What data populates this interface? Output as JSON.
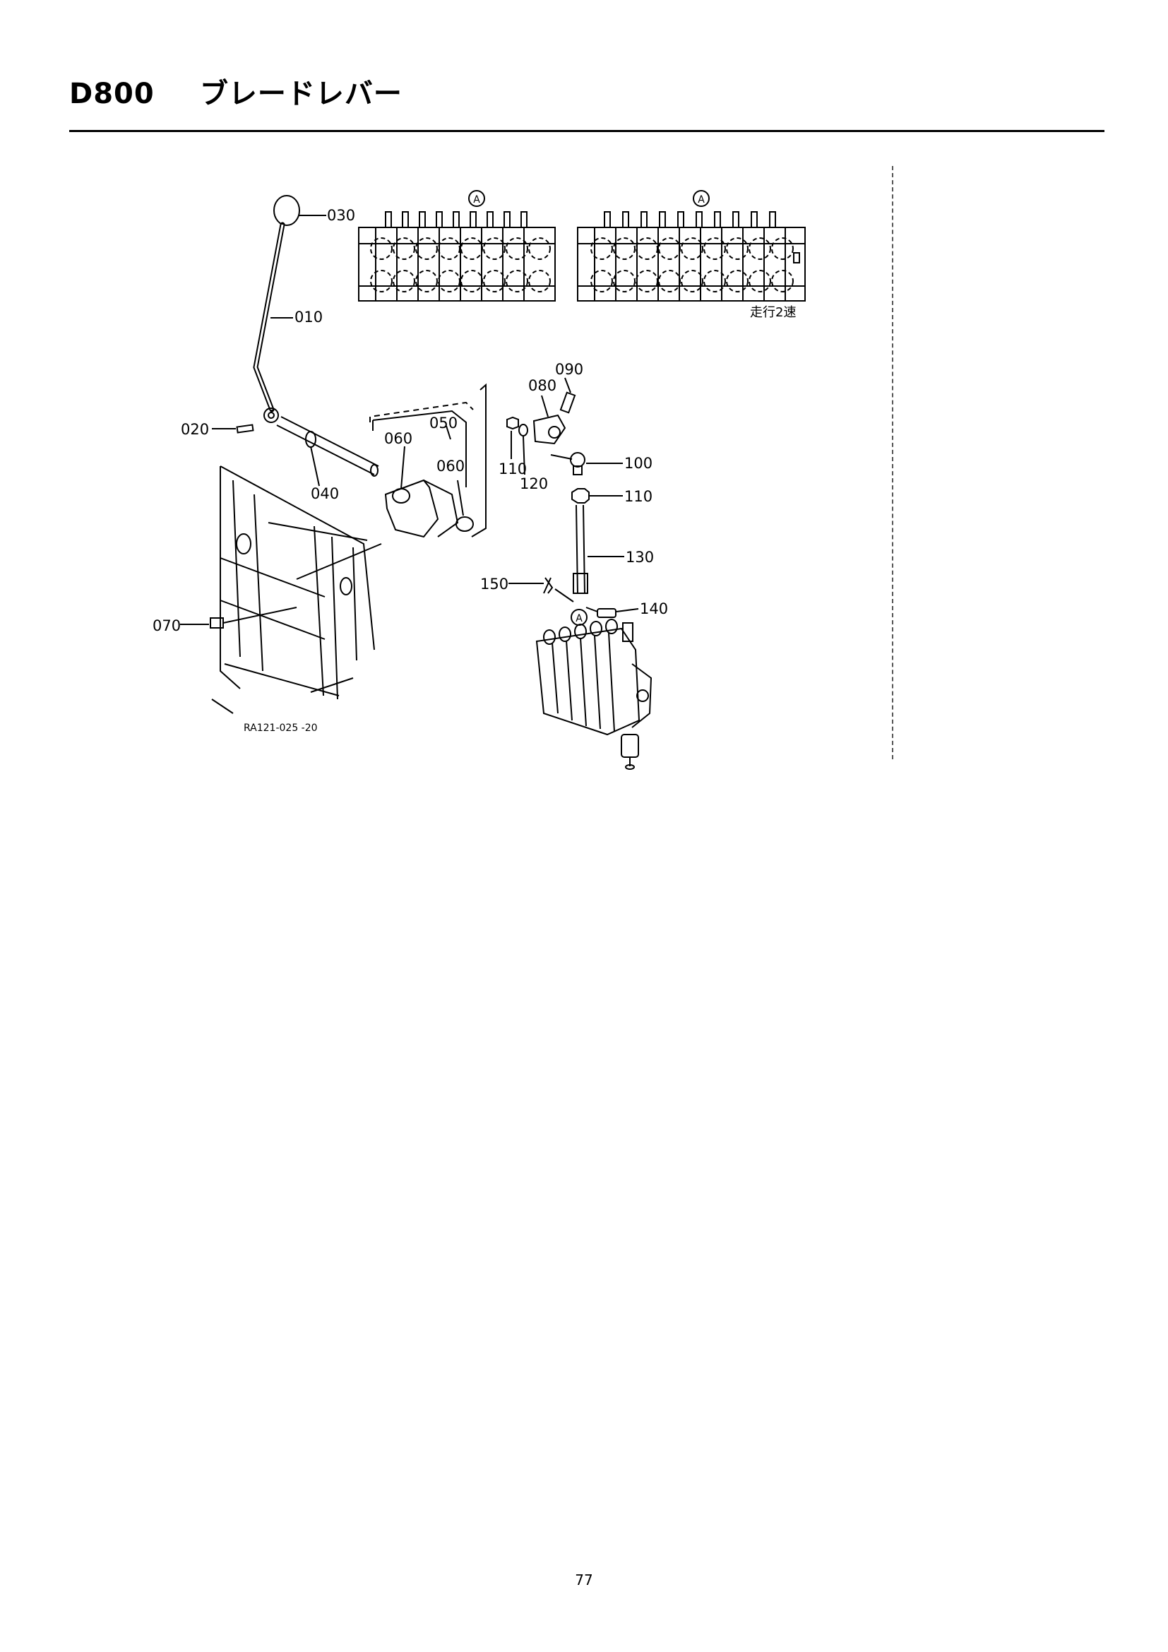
{
  "header": {
    "model": "D800",
    "title": "ブレードレバー"
  },
  "diagram": {
    "part_labels": {
      "p010": "010",
      "p020": "020",
      "p030": "030",
      "p040": "040",
      "p050": "050",
      "p060a": "060",
      "p060b": "060",
      "p070": "070",
      "p080": "080",
      "p090": "090",
      "p100": "100",
      "p110a": "110",
      "p110b": "110",
      "p120": "120",
      "p130": "130",
      "p140": "140",
      "p150": "150"
    },
    "marker": "A",
    "valve_note": "走行2速",
    "drawing_code": "RA121-025 -20"
  },
  "footer": {
    "page_number": "77"
  }
}
